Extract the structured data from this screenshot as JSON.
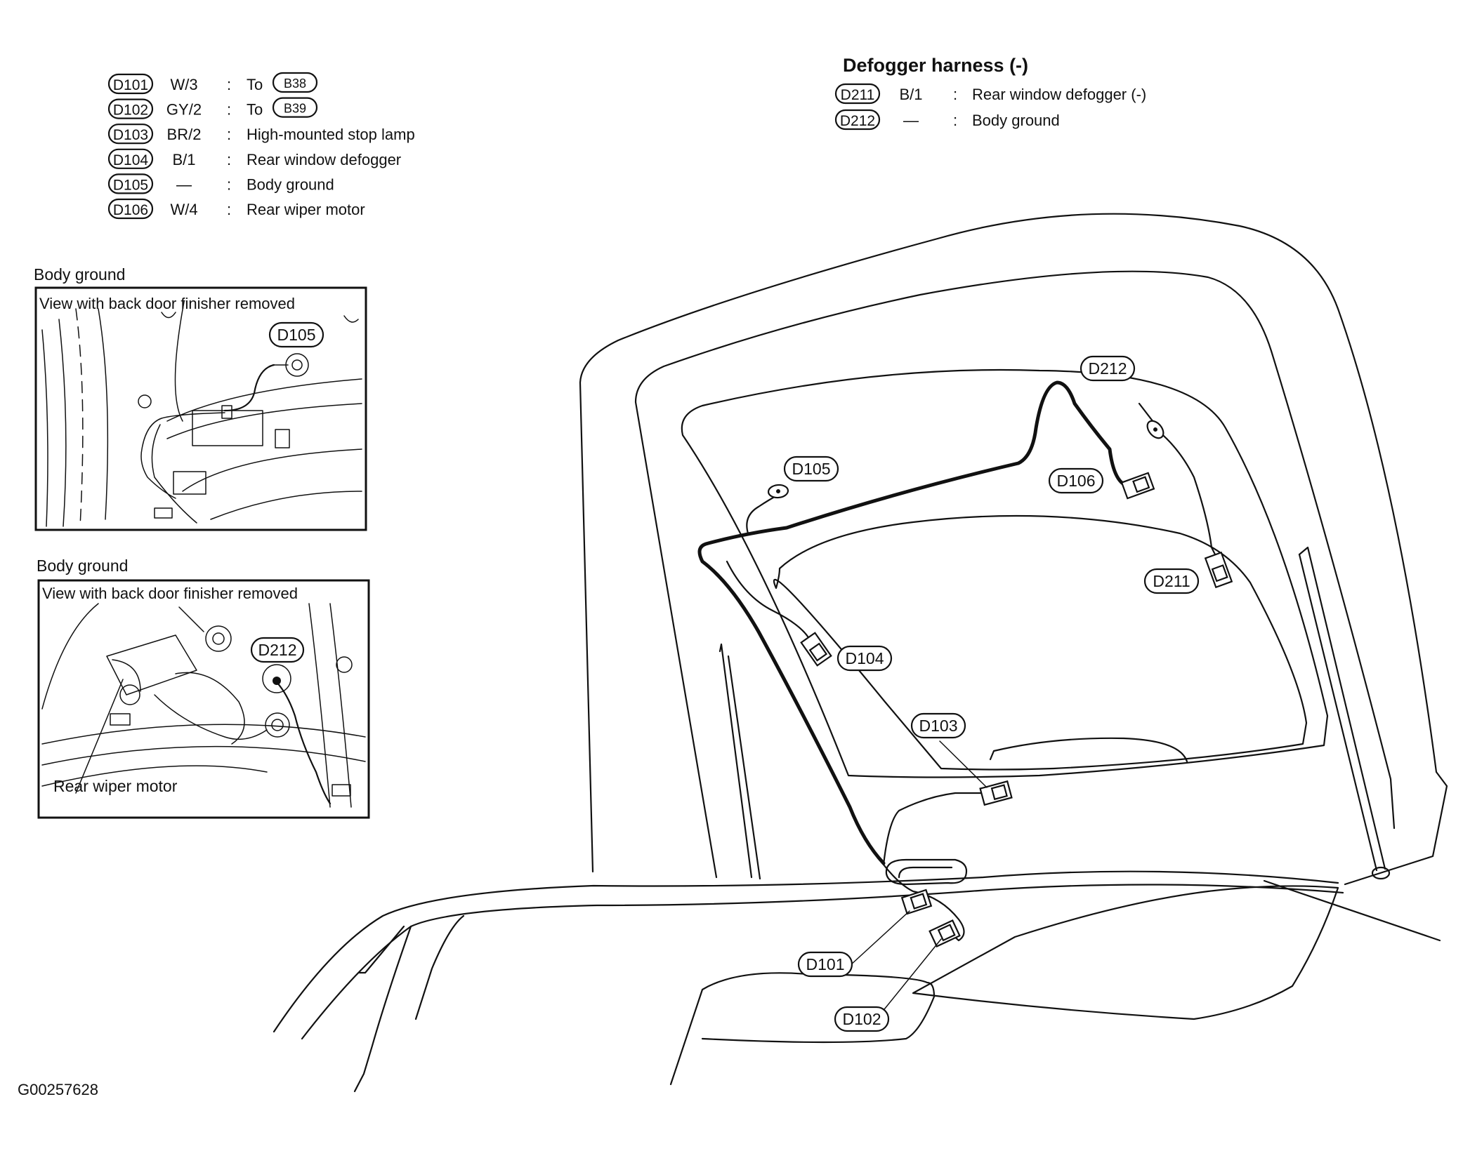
{
  "legend": {
    "rows": [
      {
        "code": "D101",
        "wire": "W/3",
        "sep": ":",
        "text": "To",
        "ref": "B38"
      },
      {
        "code": "D102",
        "wire": "GY/2",
        "sep": ":",
        "text": "To",
        "ref": "B39"
      },
      {
        "code": "D103",
        "wire": "BR/2",
        "sep": ":",
        "text": "High-mounted stop lamp",
        "ref": ""
      },
      {
        "code": "D104",
        "wire": "B/1",
        "sep": ":",
        "text": "Rear window defogger",
        "ref": ""
      },
      {
        "code": "D105",
        "wire": "—",
        "sep": ":",
        "text": "Body ground",
        "ref": ""
      },
      {
        "code": "D106",
        "wire": "W/4",
        "sep": ":",
        "text": "Rear wiper motor",
        "ref": ""
      }
    ]
  },
  "defogger": {
    "title": "Defogger harness (-)",
    "rows": [
      {
        "code": "D211",
        "wire": "B/1",
        "sep": ":",
        "text": "Rear window defogger (-)"
      },
      {
        "code": "D212",
        "wire": "—",
        "sep": ":",
        "text": "Body ground"
      }
    ]
  },
  "inset1": {
    "caption": "Body ground",
    "frame_title": "View with back door finisher removed",
    "callout": "D105"
  },
  "inset2": {
    "caption": "Body ground",
    "frame_title": "View with back door finisher removed",
    "callout": "D212",
    "part_label": "Rear wiper motor"
  },
  "main": {
    "callouts": {
      "d101": "D101",
      "d102": "D102",
      "d103": "D103",
      "d104": "D104",
      "d105": "D105",
      "d106": "D106",
      "d211": "D211",
      "d212": "D212"
    }
  },
  "figure_id": "G00257628"
}
